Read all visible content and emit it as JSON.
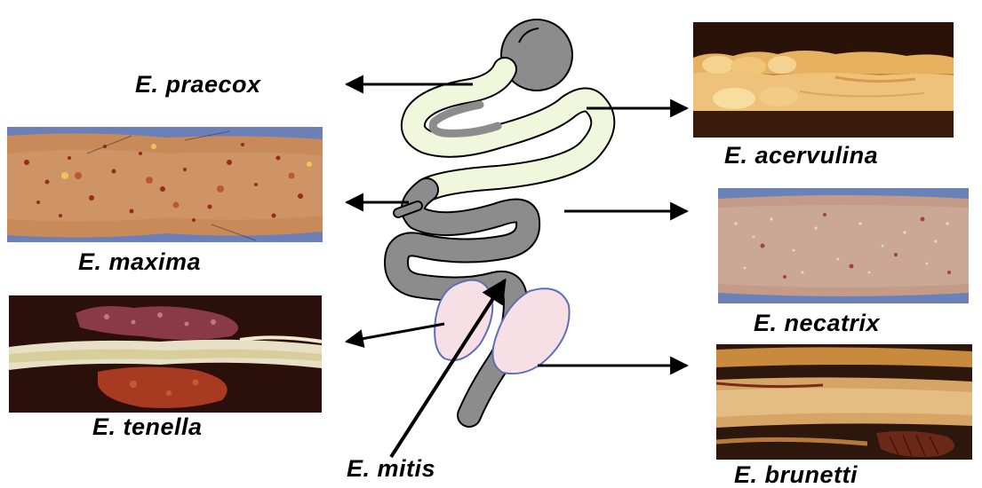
{
  "labels": {
    "praecox": "E. praecox",
    "acervulina": "E. acervulina",
    "maxima": "E. maxima",
    "necatrix": "E. necatrix",
    "tenella": "E. tenella",
    "brunetti": "E. brunetti",
    "mitis": "E. mitis"
  },
  "colors": {
    "duodenal_loop": "#f1f7dc",
    "small_intestine": "#8c8c8c",
    "ceca": "#f7dfe6",
    "ceca_outline": "#5d6fb4",
    "arrow": "#000000"
  }
}
